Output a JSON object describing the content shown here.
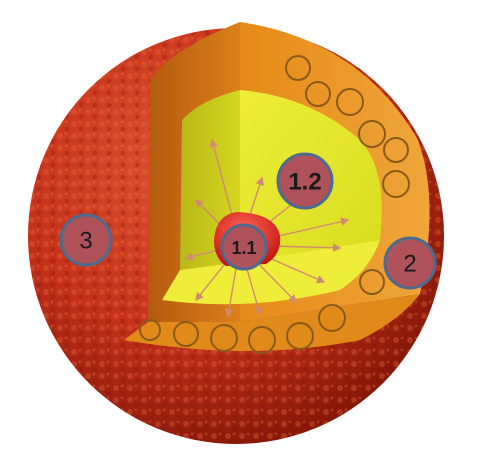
{
  "diagram": {
    "labels": {
      "inner_core": "1.1",
      "radiative_zone": "1.2",
      "convective_zone": "2",
      "surface": "3"
    },
    "colors": {
      "surface": "#c4301a",
      "surface_dark": "#8c1608",
      "surface_light": "#e2542e",
      "convective_zone": "#e58a16",
      "convective_zone_dark": "#b65a10",
      "radiative_zone": "#d9dc1e",
      "radiative_zone_light": "#f2f25a",
      "core": "#e02418",
      "core_light": "#ff6a5a",
      "marker_fill": "#b0525a",
      "marker_stroke": "#4e6a8e",
      "arrow_color": "#d08a70",
      "swirl_color": "#8a5a1a"
    },
    "icons": [
      "radiation-arrow-icon",
      "convection-swirl-icon"
    ]
  }
}
